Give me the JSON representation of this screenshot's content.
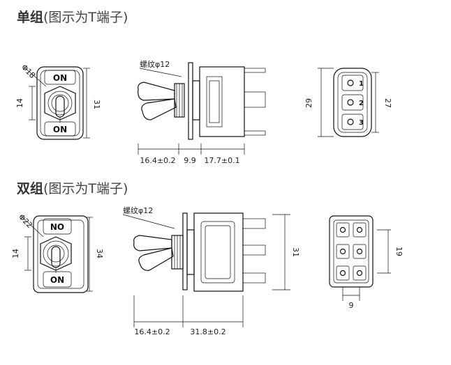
{
  "sections": [
    {
      "title": "单组",
      "subtitle": "(图示为T端子)",
      "front_view": {
        "on_top": "ON",
        "on_bottom": "ON",
        "dia": "Φ18",
        "height": "31",
        "inner": "14"
      },
      "side_view": {
        "thread": "螺纹φ12",
        "d1": "16.4±0.2",
        "d2": "9.9",
        "d3": "17.7±0.1"
      },
      "rear_view": {
        "outer": "29",
        "inner": "27",
        "pins": [
          "1",
          "2",
          "3"
        ]
      }
    },
    {
      "title": "双组",
      "subtitle": "(图示为T端子)",
      "front_view": {
        "on_top": "NO",
        "on_bottom": "ON",
        "dia": "Φ22",
        "height": "34",
        "inner": "14"
      },
      "side_view": {
        "thread": "螺纹φ12",
        "d1": "16.4±0.2",
        "d2": "31.8±0.2",
        "height": "31"
      },
      "rear_view": {
        "spacing_v": "19",
        "spacing_h": "9"
      }
    }
  ]
}
